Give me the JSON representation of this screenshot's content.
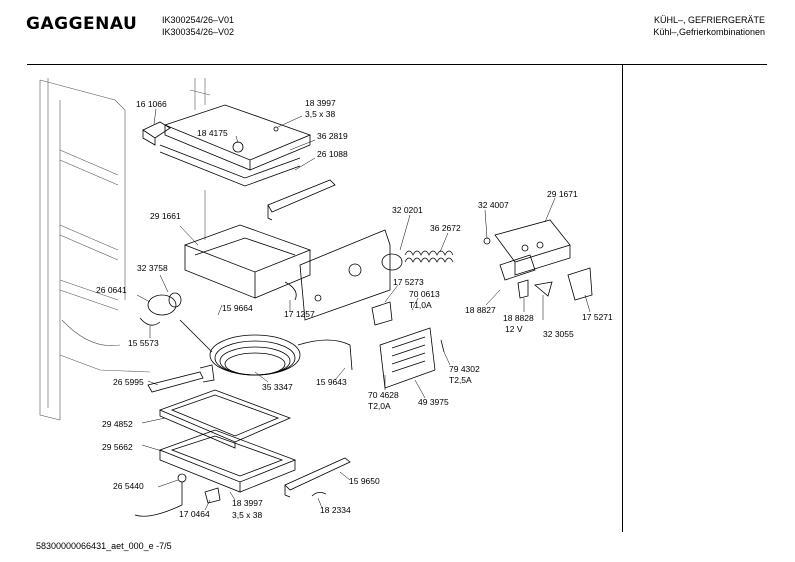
{
  "header": {
    "brand": "GAGGENAU",
    "model_line_1": "IK300254/26–V01",
    "model_line_2": "IK300354/26–V02",
    "category_line_1": "KÜHL–, GEFRIERGERÄTE",
    "category_line_2": "Kühl–,Gefrierkombinationen"
  },
  "footer": {
    "document_id": "58300000066431_aet_000_e  -7/5"
  },
  "parts": [
    {
      "id": "161066",
      "text": "16 1066"
    },
    {
      "id": "183997a",
      "text": "18 3997"
    },
    {
      "id": "size1",
      "text": "3,5 x 38"
    },
    {
      "id": "184175",
      "text": "18 4175"
    },
    {
      "id": "362819",
      "text": "36 2819"
    },
    {
      "id": "261088",
      "text": "26 1088"
    },
    {
      "id": "291661",
      "text": "29 1661"
    },
    {
      "id": "323758",
      "text": "32 3758"
    },
    {
      "id": "260641",
      "text": "26 0641"
    },
    {
      "id": "155573",
      "text": "15 5573"
    },
    {
      "id": "159664",
      "text": "15 9664"
    },
    {
      "id": "171257",
      "text": "17 1257"
    },
    {
      "id": "320201",
      "text": "32 0201"
    },
    {
      "id": "362672",
      "text": "36 2672"
    },
    {
      "id": "324007",
      "text": "32 4007"
    },
    {
      "id": "291671",
      "text": "29 1671"
    },
    {
      "id": "175273",
      "text": "17 5273"
    },
    {
      "id": "700613",
      "text": "70 0613"
    },
    {
      "id": "t10a",
      "text": "T1,0A"
    },
    {
      "id": "188827",
      "text": "18 8827"
    },
    {
      "id": "188828",
      "text": "18 8828"
    },
    {
      "id": "12v",
      "text": "12 V"
    },
    {
      "id": "323055",
      "text": "32 3055"
    },
    {
      "id": "175271",
      "text": "17 5271"
    },
    {
      "id": "265995",
      "text": "26 5995"
    },
    {
      "id": "353347",
      "text": "35 3347"
    },
    {
      "id": "159643",
      "text": "15 9643"
    },
    {
      "id": "794302",
      "text": "79 4302"
    },
    {
      "id": "t25a",
      "text": "T2,5A"
    },
    {
      "id": "704628",
      "text": "70 4628"
    },
    {
      "id": "t20a",
      "text": "T2,0A"
    },
    {
      "id": "493975",
      "text": "49 3975"
    },
    {
      "id": "294852",
      "text": "29 4852"
    },
    {
      "id": "295662",
      "text": "29 5662"
    },
    {
      "id": "265440",
      "text": "26 5440"
    },
    {
      "id": "159650",
      "text": "15 9650"
    },
    {
      "id": "170464",
      "text": "17 0464"
    },
    {
      "id": "183997b",
      "text": "18 3997"
    },
    {
      "id": "size2",
      "text": "3,5 x 38"
    },
    {
      "id": "182334",
      "text": "18 2334"
    }
  ]
}
